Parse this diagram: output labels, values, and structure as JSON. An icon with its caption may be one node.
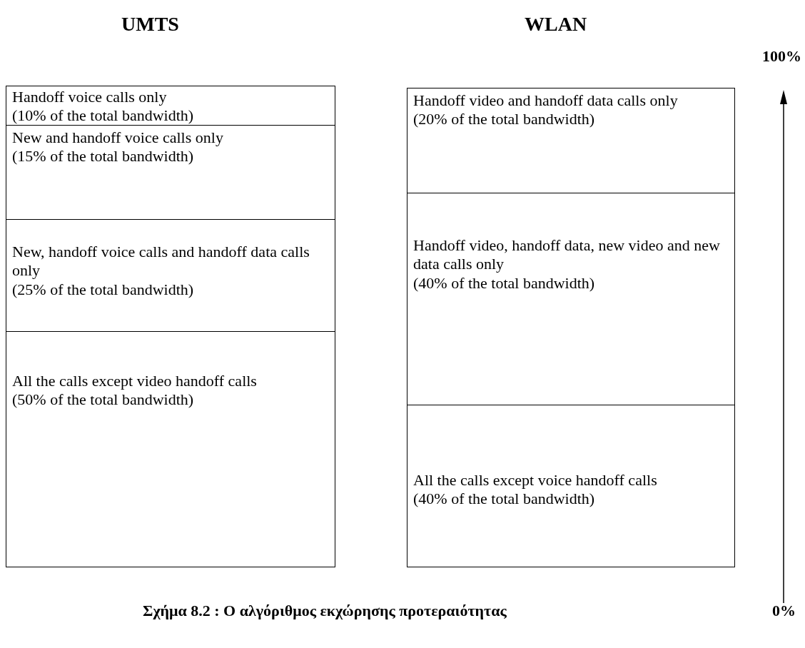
{
  "diagram": {
    "caption": "Σχήμα 8.2 : Ο αλγόριθμος εκχώρησης προτεραιότητας",
    "nodes": [
      {
        "text": [
          "Handoff voice calls only",
          "(10% of the total bandwidth)"
        ]
      },
      {
        "text": [
          "New and handoff voice calls only",
          "(15% of the total bandwidth)"
        ]
      },
      {
        "text": [
          "New, handoff voice calls and handoff data calls only",
          "(25% of the total bandwidth)"
        ]
      },
      {
        "text": [
          "All the calls except video handoff calls",
          "(50% of the total bandwidth)"
        ]
      },
      {
        "text": [
          "Handoff video and handoff data calls only",
          "(20% of the total bandwidth)"
        ]
      },
      {
        "text": [
          "Handoff video, handoff data, new video and new data calls only",
          "(40% of the total bandwidth)"
        ]
      },
      {
        "text": [
          "All the calls except voice handoff calls",
          "(40% of the total bandwidth)"
        ]
      }
    ],
    "labels": [
      "UMTS",
      "WLAN",
      "100%",
      "0%"
    ]
  }
}
